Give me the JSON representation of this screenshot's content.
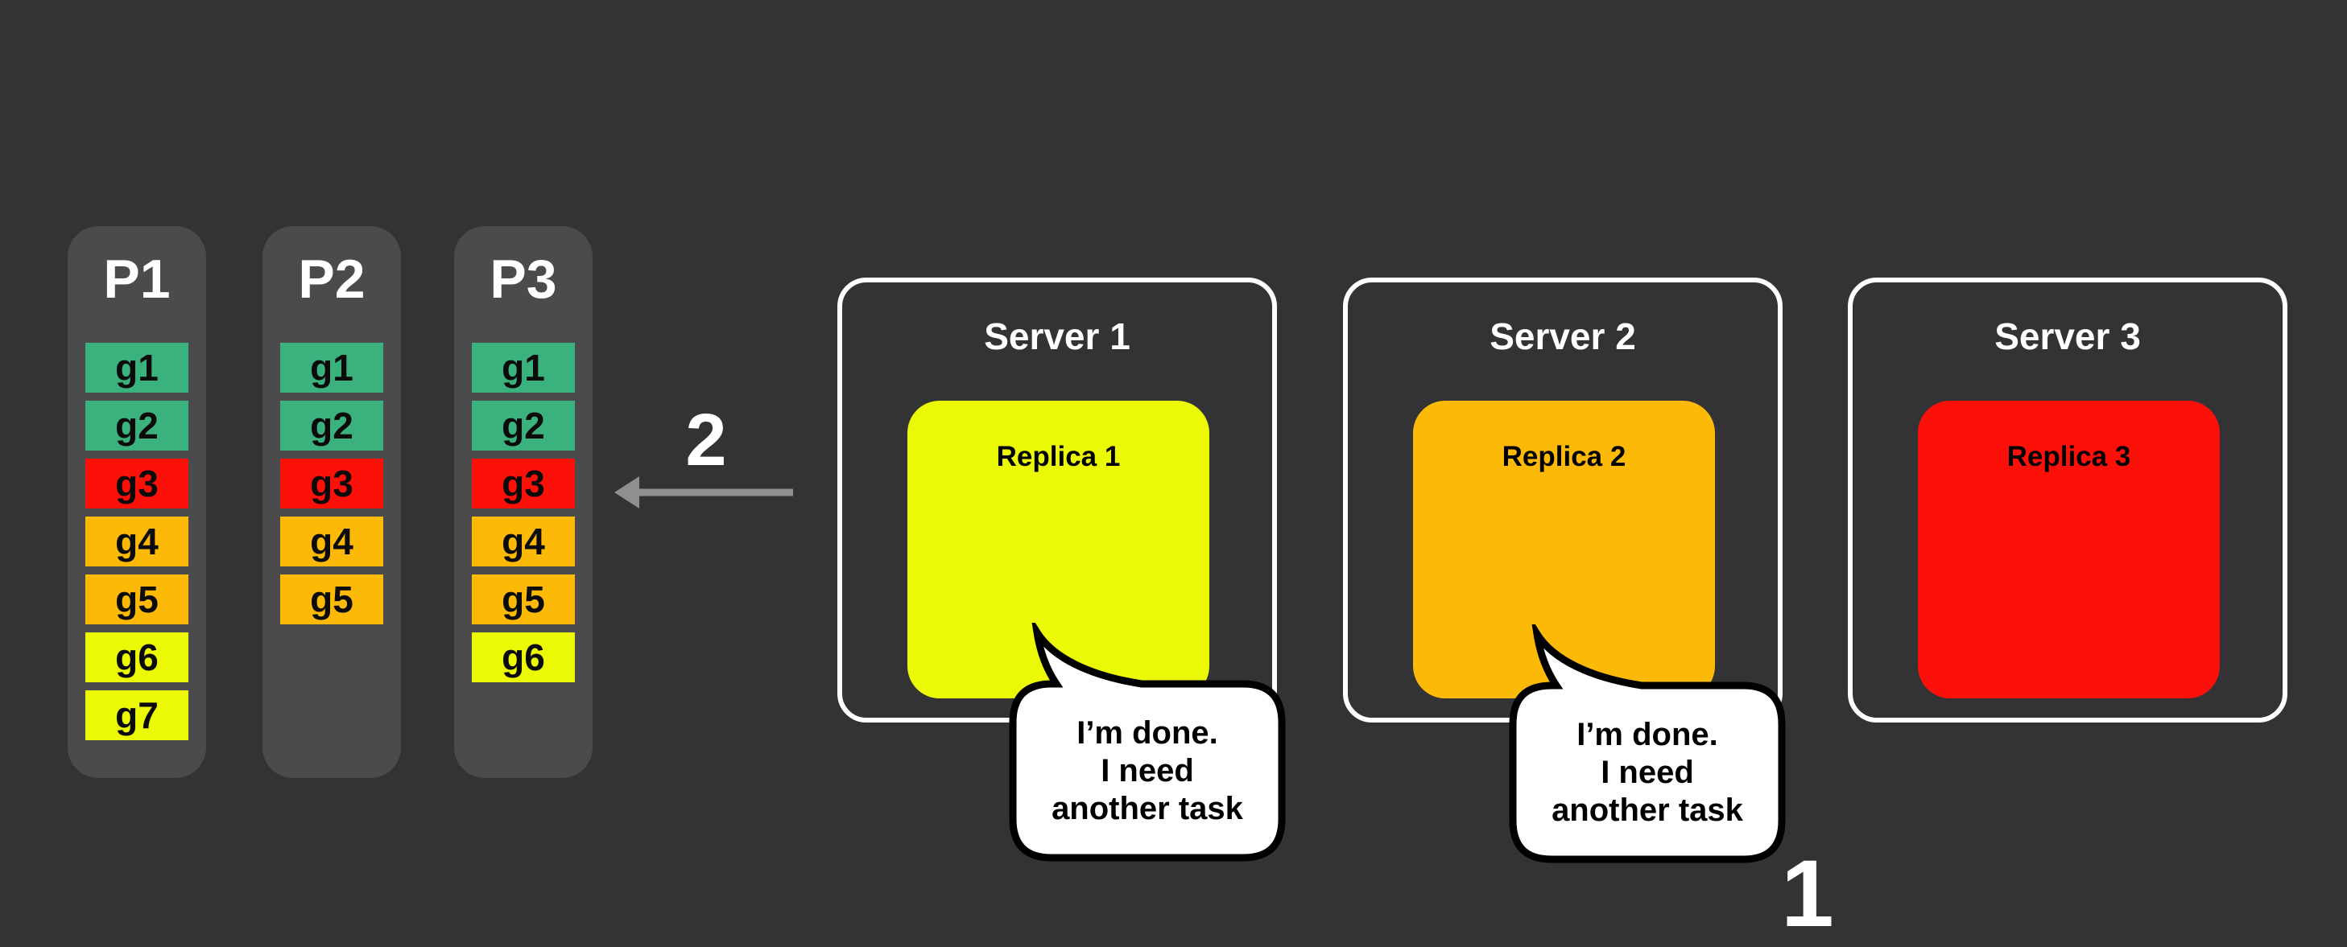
{
  "canvas": {
    "background": "#333335",
    "panel_color": "#4b4b4d"
  },
  "palette": {
    "green": "#3bb27e",
    "red": "#fb100a",
    "amber": "#fcb908",
    "yellow": "#ebf907",
    "arrow_gray": "#8f8f8f"
  },
  "partitions": [
    {
      "label": "P1",
      "chips": [
        {
          "label": "g1",
          "color": "#3bb27e"
        },
        {
          "label": "g2",
          "color": "#3bb27e"
        },
        {
          "label": "g3",
          "color": "#fb100a"
        },
        {
          "label": "g4",
          "color": "#fcb908"
        },
        {
          "label": "g5",
          "color": "#fcb908"
        },
        {
          "label": "g6",
          "color": "#ebf907"
        },
        {
          "label": "g7",
          "color": "#ebf907"
        }
      ]
    },
    {
      "label": "P2",
      "chips": [
        {
          "label": "g1",
          "color": "#3bb27e"
        },
        {
          "label": "g2",
          "color": "#3bb27e"
        },
        {
          "label": "g3",
          "color": "#fb100a"
        },
        {
          "label": "g4",
          "color": "#fcb908"
        },
        {
          "label": "g5",
          "color": "#fcb908"
        }
      ]
    },
    {
      "label": "P3",
      "chips": [
        {
          "label": "g1",
          "color": "#3bb27e"
        },
        {
          "label": "g2",
          "color": "#3bb27e"
        },
        {
          "label": "g3",
          "color": "#fb100a"
        },
        {
          "label": "g4",
          "color": "#fcb908"
        },
        {
          "label": "g5",
          "color": "#fcb908"
        },
        {
          "label": "g6",
          "color": "#ebf907"
        }
      ]
    }
  ],
  "arrow": {
    "label": "2",
    "color": "#8f8f8f"
  },
  "servers": [
    {
      "title": "Server 1",
      "replica": {
        "label": "Replica 1",
        "color": "#ebf907"
      },
      "bubble": {
        "line1": "I’m done.",
        "line2": "I need",
        "line3": "another task"
      }
    },
    {
      "title": "Server 2",
      "replica": {
        "label": "Replica 2",
        "color": "#fcb908"
      },
      "bubble": {
        "line1": "I’m done.",
        "line2": "I need",
        "line3": "another task"
      }
    },
    {
      "title": "Server 3",
      "replica": {
        "label": "Replica 3",
        "color": "#fb100a"
      }
    }
  ],
  "step_label": "1"
}
